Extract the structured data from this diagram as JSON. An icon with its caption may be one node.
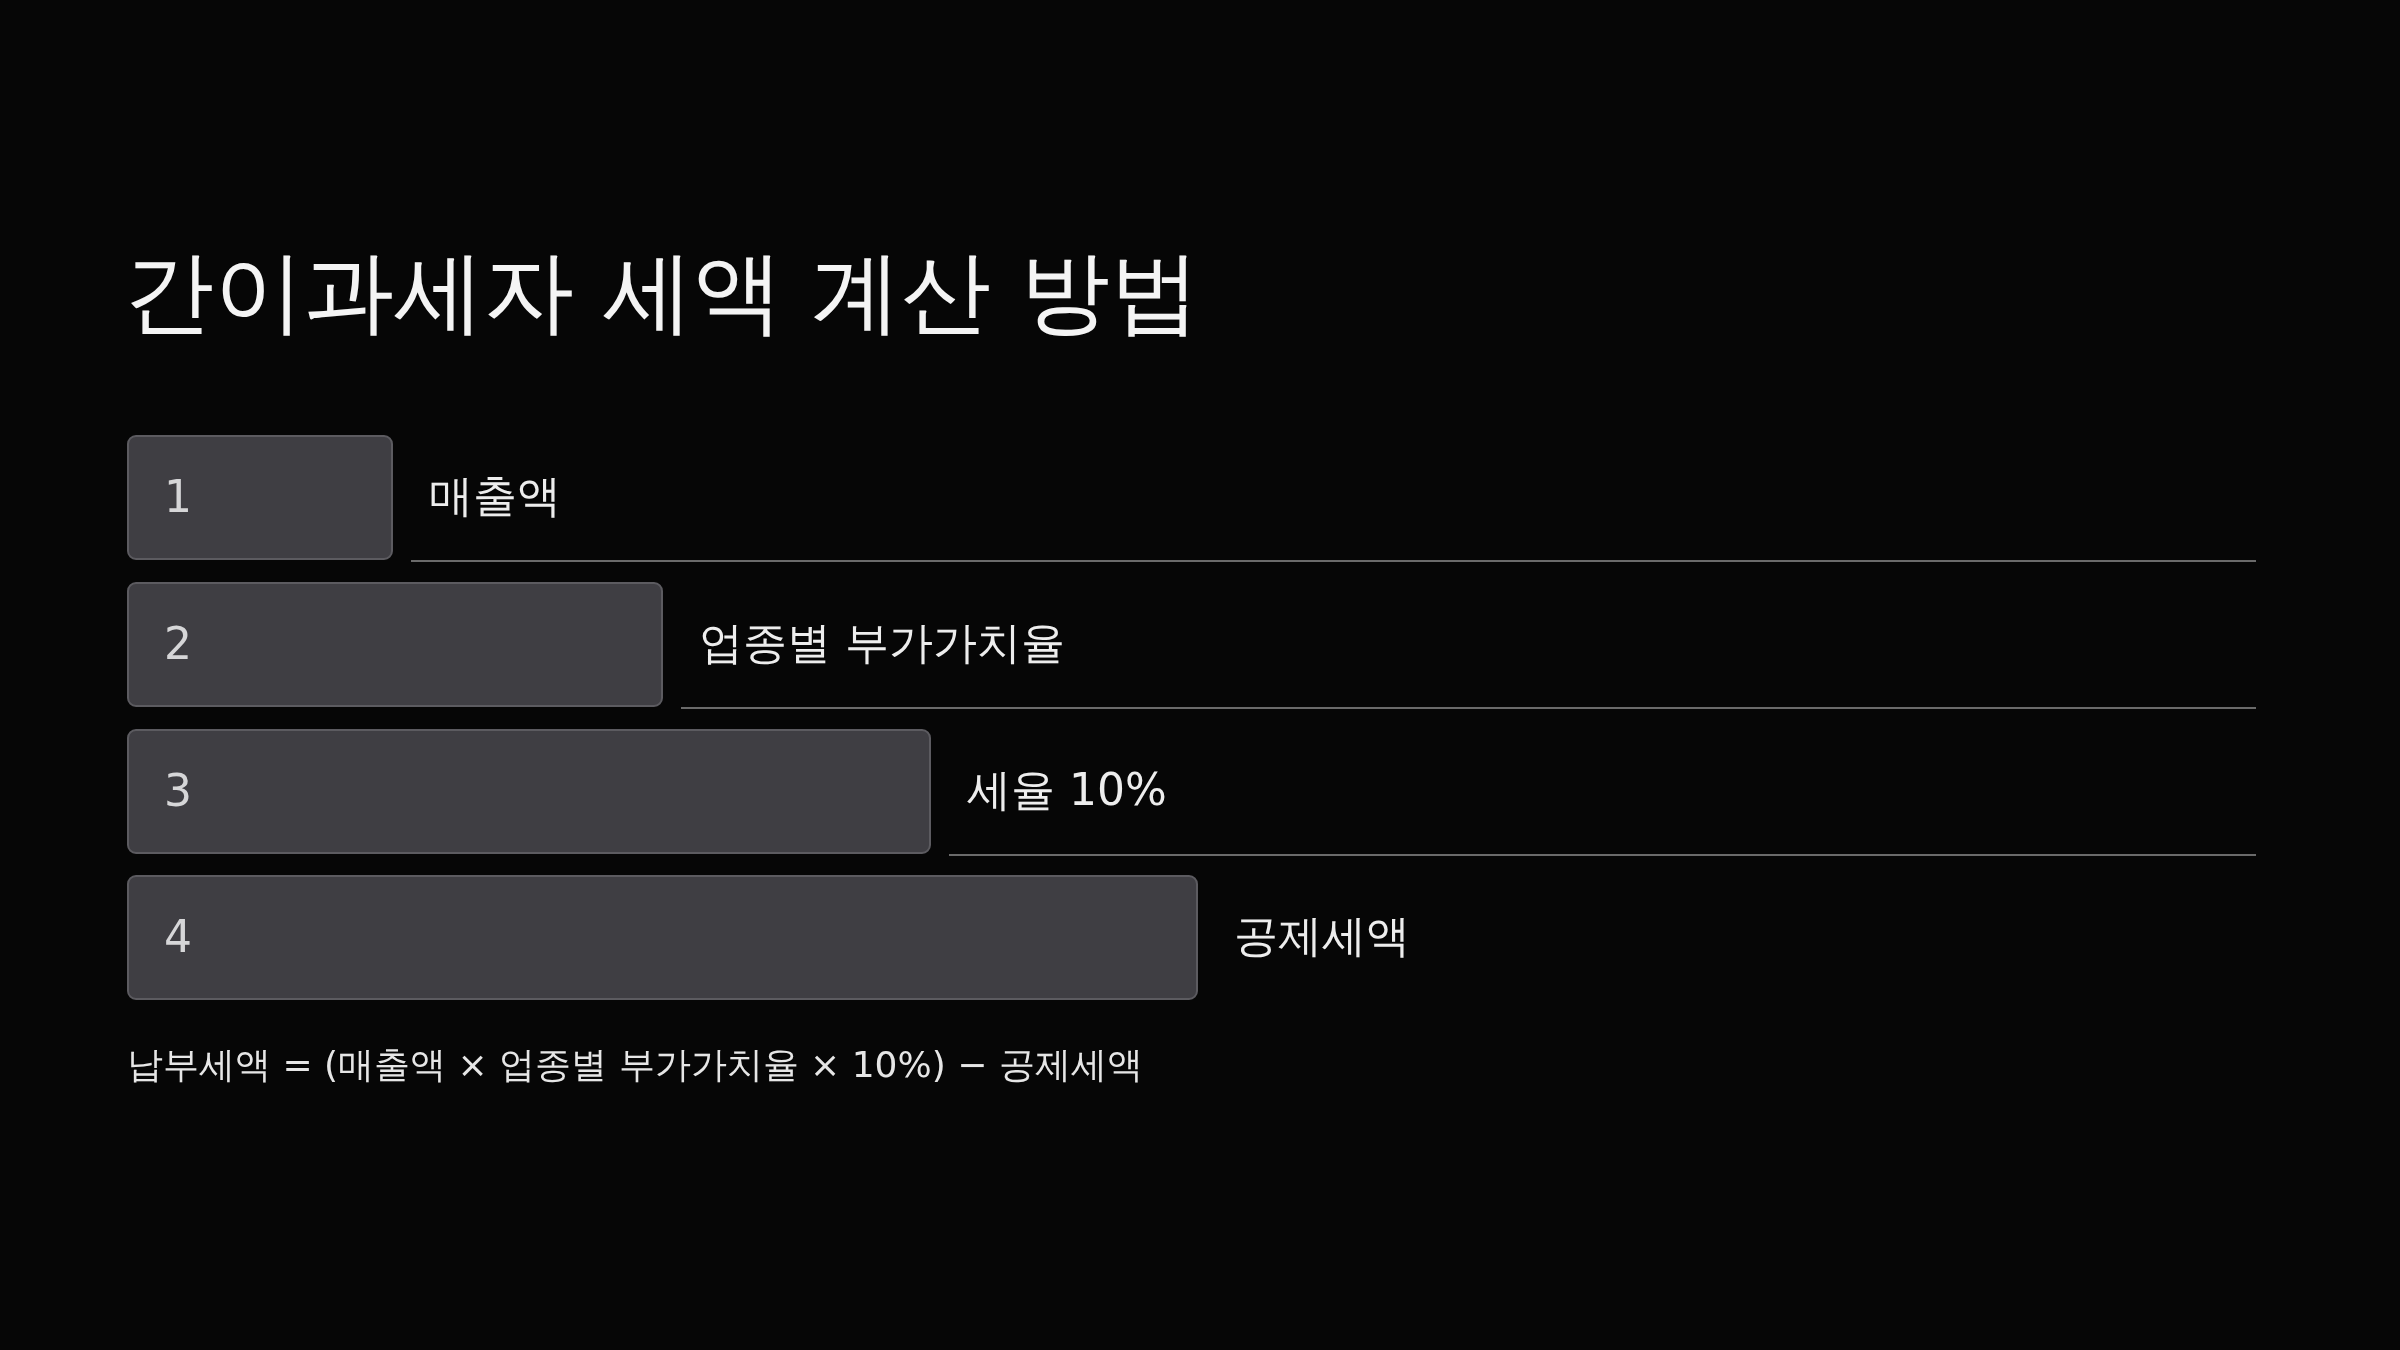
{
  "diagram": {
    "title": "간이과세자 세액 계산 방법",
    "nodes": [
      {
        "text": [
          "1"
        ],
        "beside": [
          "매출액"
        ]
      },
      {
        "text": [
          "2"
        ],
        "beside": [
          "업종별 부가가치율"
        ]
      },
      {
        "text": [
          "3"
        ],
        "beside": [
          "세율 10%"
        ]
      },
      {
        "text": [
          "4"
        ],
        "beside": [
          "공제세액"
        ]
      }
    ],
    "labels": [
      "납부세액 = (매출액 × 업종별 부가가치율 × 10%) − 공제세액"
    ]
  }
}
